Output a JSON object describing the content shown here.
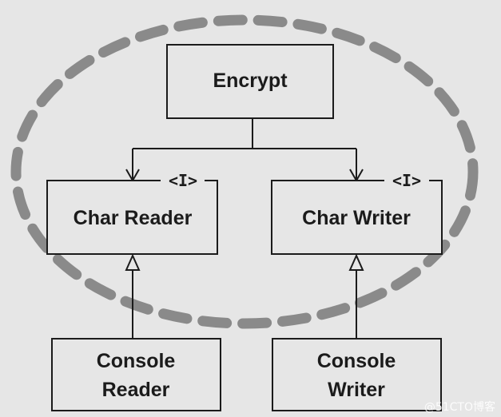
{
  "diagram": {
    "encrypt": {
      "label": "Encrypt"
    },
    "char_reader": {
      "label": "Char Reader",
      "marker": "<I>"
    },
    "char_writer": {
      "label": "Char Writer",
      "marker": "<I>"
    },
    "console_reader": {
      "line1": "Console",
      "line2": "Reader"
    },
    "console_writer": {
      "line1": "Console",
      "line2": "Writer"
    }
  },
  "watermark": "@51CTO博客"
}
